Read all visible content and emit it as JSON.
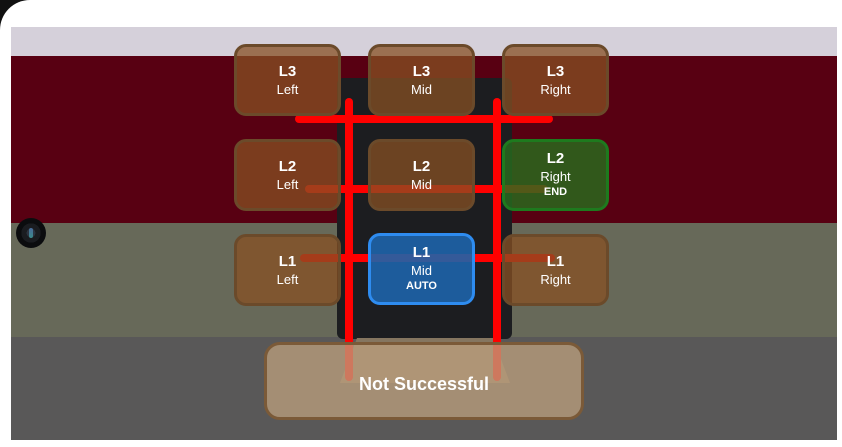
{
  "grid": {
    "cells": [
      {
        "level": "L3",
        "position": "Left",
        "tag": ""
      },
      {
        "level": "L3",
        "position": "Mid",
        "tag": ""
      },
      {
        "level": "L3",
        "position": "Right",
        "tag": ""
      },
      {
        "level": "L2",
        "position": "Left",
        "tag": ""
      },
      {
        "level": "L2",
        "position": "Mid",
        "tag": ""
      },
      {
        "level": "L2",
        "position": "Right",
        "tag": "END"
      },
      {
        "level": "L1",
        "position": "Left",
        "tag": ""
      },
      {
        "level": "L1",
        "position": "Mid",
        "tag": "AUTO"
      },
      {
        "level": "L1",
        "position": "Right",
        "tag": ""
      }
    ]
  },
  "status": {
    "text": "Not Successful"
  },
  "colors": {
    "end_highlight": "#1e7a1e",
    "auto_highlight": "#2e8cf0",
    "default_cell": "#6b4a2a",
    "branch_line": "#ff0000"
  }
}
